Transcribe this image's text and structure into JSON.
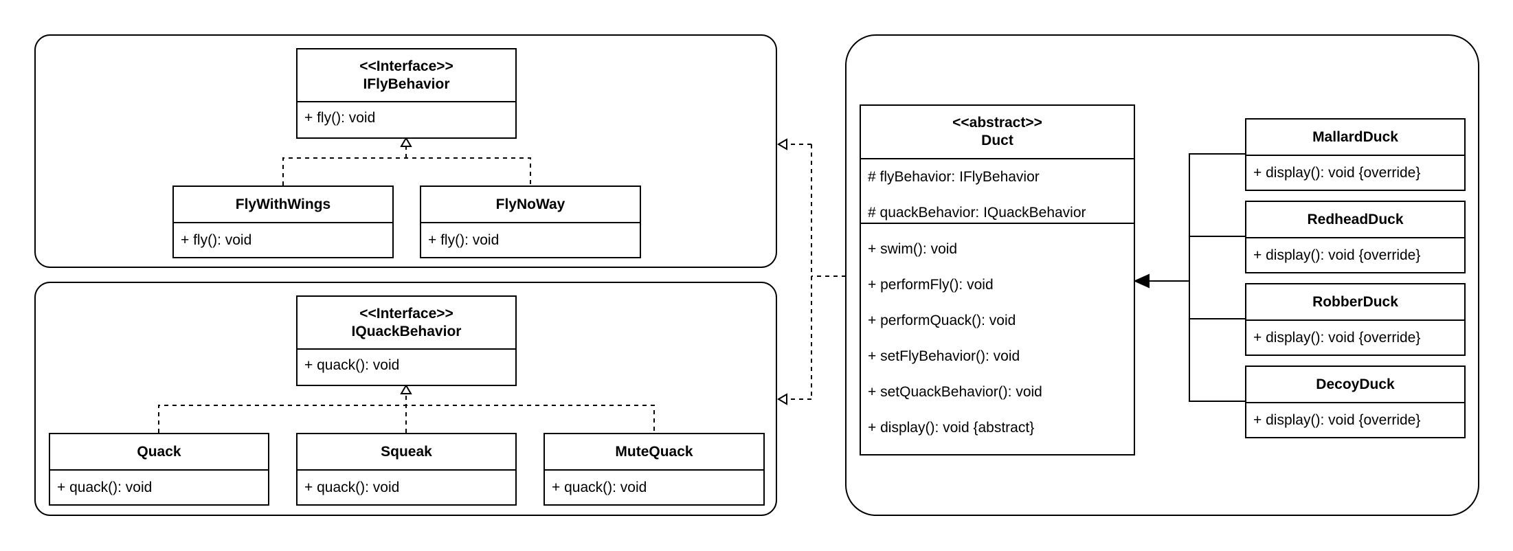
{
  "fly_interface": {
    "stereotype": "<<Interface>>",
    "name": "IFlyBehavior",
    "methods": [
      "+ fly(): void"
    ]
  },
  "fly_impls": [
    {
      "name": "FlyWithWings",
      "methods": [
        "+ fly(): void"
      ]
    },
    {
      "name": "FlyNoWay",
      "methods": [
        "+ fly(): void"
      ]
    }
  ],
  "quack_interface": {
    "stereotype": "<<Interface>>",
    "name": "IQuackBehavior",
    "methods": [
      "+ quack(): void"
    ]
  },
  "quack_impls": [
    {
      "name": "Quack",
      "methods": [
        "+ quack(): void"
      ]
    },
    {
      "name": "Squeak",
      "methods": [
        "+ quack(): void"
      ]
    },
    {
      "name": "MuteQuack",
      "methods": [
        "+ quack(): void"
      ]
    }
  ],
  "duck": {
    "stereotype": "<<abstract>>",
    "name": "Duct",
    "attributes": [
      "# flyBehavior: IFlyBehavior",
      "# quackBehavior: IQuackBehavior"
    ],
    "methods": [
      "+ swim(): void",
      "+ performFly(): void",
      "+ performQuack(): void",
      "+ setFlyBehavior(): void",
      "+ setQuackBehavior(): void",
      "+ display(): void {abstract}"
    ]
  },
  "duck_subclasses": [
    {
      "name": "MallardDuck",
      "methods": [
        "+ display(): void {override}"
      ]
    },
    {
      "name": "RedheadDuck",
      "methods": [
        "+ display(): void {override}"
      ]
    },
    {
      "name": "RobberDuck",
      "methods": [
        "+ display(): void {override}"
      ]
    },
    {
      "name": "DecoyDuck",
      "methods": [
        "+ display(): void {override}"
      ]
    }
  ]
}
